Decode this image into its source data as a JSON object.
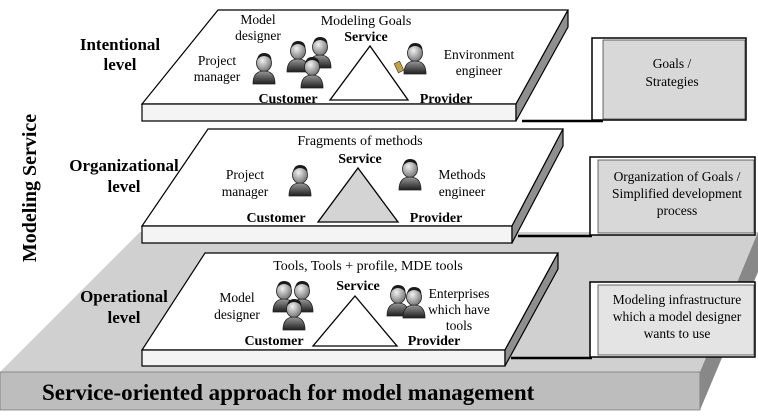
{
  "side_label": "Modeling Service",
  "bottom_title": "Service-oriented approach for model management",
  "levels": [
    {
      "name": [
        "Intentional",
        "level"
      ],
      "service_object": "Modeling Goals",
      "service": "Service",
      "customer": "Customer",
      "provider": "Provider",
      "customer_roles": [
        "Project",
        "manager"
      ],
      "customer_roles_2": [
        "Model",
        "designer"
      ],
      "provider_roles": [
        "Environment",
        "engineer"
      ],
      "side_box": [
        "Goals /",
        "Strategies"
      ]
    },
    {
      "name": [
        "Organizational",
        "level"
      ],
      "service_object": "Fragments of methods",
      "service": "Service",
      "customer": "Customer",
      "provider": "Provider",
      "customer_roles": [
        "Project",
        "manager"
      ],
      "provider_roles": [
        "Methods",
        "engineer"
      ],
      "side_box": [
        "Organization of Goals /",
        "Simplified development",
        "process"
      ]
    },
    {
      "name": [
        "Operational",
        "level"
      ],
      "service_object": "Tools, Tools + profile, MDE tools",
      "service": "Service",
      "customer": "Customer",
      "provider": "Provider",
      "customer_roles": [
        "Model",
        "designer"
      ],
      "provider_roles": [
        "Enterprises",
        "which have",
        "tools"
      ],
      "side_box": [
        "Modeling infrastructure",
        "which a model designer",
        "wants to use"
      ]
    }
  ],
  "icons": [
    "person-group-icon",
    "person-icon",
    "engineer-icon",
    "enterprise-people-icon"
  ]
}
